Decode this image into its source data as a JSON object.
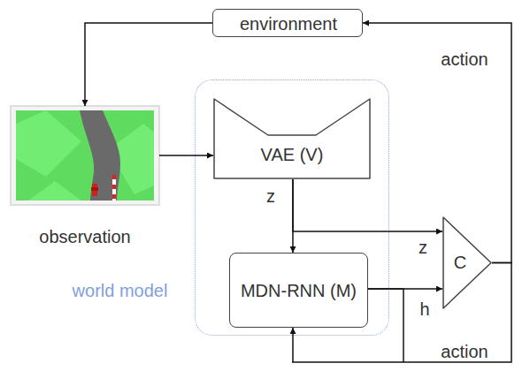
{
  "diagram": {
    "nodes": [
      {
        "text": [
          "environment"
        ]
      },
      {
        "text": [
          "observation"
        ]
      },
      {
        "text": [
          "world model"
        ]
      },
      {
        "text": [
          "VAE (V)"
        ],
        "in": 2
      },
      {
        "text": [
          "MDN-RNN (M)"
        ],
        "in": 2
      },
      {
        "text": [
          "C"
        ]
      }
    ],
    "edges": [
      {
        "from": 0,
        "to": 1,
        "arrow": "to"
      },
      {
        "from": 1,
        "to": 3,
        "arrow": "to"
      },
      {
        "from": 3,
        "to": 4,
        "label": "z",
        "arrow": "to"
      },
      {
        "from": 3,
        "to": 5,
        "label": "z",
        "arrow": "to"
      },
      {
        "from": 4,
        "to": 5,
        "label": "h",
        "arrow": "to"
      },
      {
        "from": 5,
        "to": 0,
        "label": "action",
        "arrow": "to"
      },
      {
        "from": 5,
        "to": 4,
        "label": "action",
        "arrow": "to"
      }
    ]
  }
}
